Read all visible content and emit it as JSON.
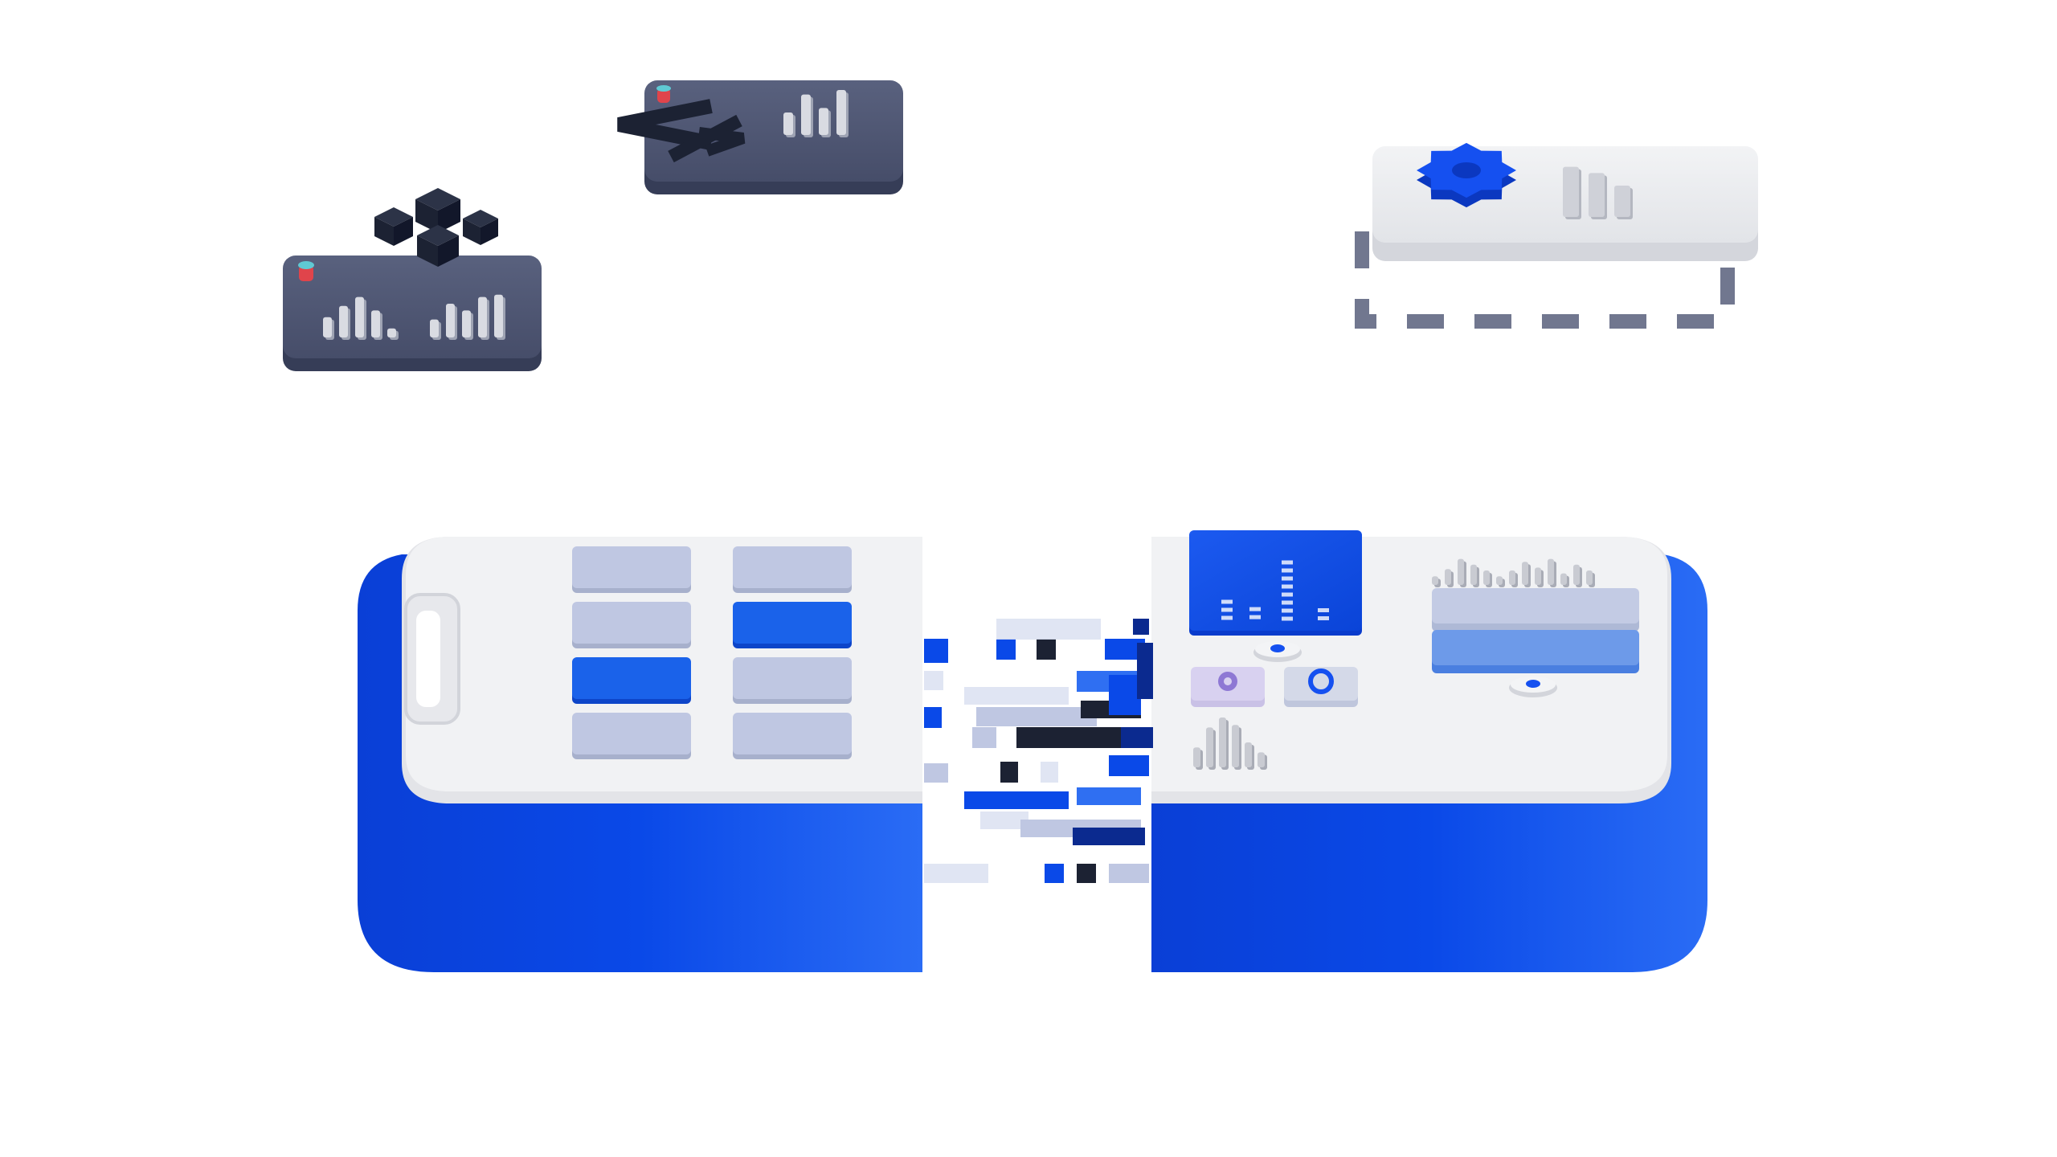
{
  "scene": {
    "kind": "isometric-illustration",
    "description_tags": [
      "platform-split",
      "data-pixels",
      "floating-cards"
    ]
  },
  "colors": {
    "background": "#ffffff",
    "brand_blue": "#0a49e8",
    "brand_blue_light": "#2f6ff2",
    "panel_light": "#e6e7eb",
    "panel_top": "#f1f2f4",
    "tile_light": "#bfc7e2",
    "tile_blue": "#1a62ea",
    "card_dark": "#4d5573",
    "card_dark_side": "#363d57",
    "bar_light": "#d9dbe2",
    "cube_dark": "#1c2233",
    "gear_blue": "#1550f0",
    "accent_red": "#e0444b",
    "accent_teal": "#5fc9d3",
    "accent_purple": "#9b86d6"
  },
  "icons": {
    "cubes": "cubes-icon",
    "code": "code-brackets-icon",
    "gear": "gear-icon",
    "bar_chart": "bar-chart-icon",
    "hex_gear": "hex-gear-icon",
    "toggle": "toggle-dot-icon"
  },
  "cards": {
    "left_card": {
      "bars_a": [
        0.45,
        0.7,
        0.9,
        0.6,
        0.2
      ],
      "bars_b": [
        0.4,
        0.75,
        0.6,
        0.9,
        0.95
      ]
    },
    "code_card": {
      "bars": [
        0.5,
        0.9,
        0.6,
        1.0
      ]
    },
    "gear_card": {
      "bars": [
        0.8,
        0.7,
        0.5
      ]
    }
  },
  "platform": {
    "left_tiles_rows": 4,
    "left_tiles_cols": 2,
    "highlighted_tiles": [
      [
        1,
        1
      ],
      [
        2,
        0
      ]
    ],
    "right_bars": [
      0.3,
      0.55,
      0.9,
      0.7,
      0.5,
      0.3,
      0.5,
      0.8,
      0.6,
      0.9,
      0.4,
      0.7,
      0.5
    ],
    "small_chart_bars": [
      0.4,
      0.8,
      1.0,
      0.85,
      0.5,
      0.3
    ]
  }
}
